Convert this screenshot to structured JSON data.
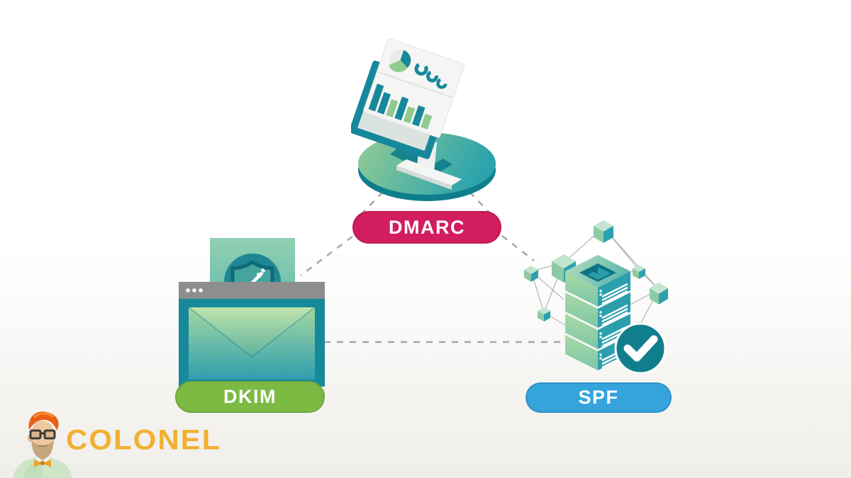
{
  "diagram": {
    "type": "triangle-relationship",
    "topic": "email authentication",
    "nodes": [
      {
        "id": "dmarc",
        "label": "DMARC",
        "pill_color": "#D21E5E",
        "illustration": "analytics-monitor-on-platform",
        "position": "top-center"
      },
      {
        "id": "dkim",
        "label": "DKIM",
        "pill_color": "#7CBA44",
        "illustration": "email-window-shield-key",
        "position": "bottom-left"
      },
      {
        "id": "spf",
        "label": "SPF",
        "pill_color": "#36A4DC",
        "illustration": "server-stack-network-check",
        "position": "bottom-right"
      }
    ],
    "edges": [
      {
        "from": "dmarc",
        "to": "dkim",
        "style": "dashed"
      },
      {
        "from": "dmarc",
        "to": "spf",
        "style": "dashed"
      },
      {
        "from": "dkim",
        "to": "spf",
        "style": "dashed"
      }
    ],
    "icons": {
      "dmarc": "bar-and-pie-dashboard-monitor-icon",
      "dkim": "shield-key-icon",
      "spf": "checkmark-icon"
    },
    "connector_color": "#A3A7A5"
  },
  "logo": {
    "text": "COLONEL",
    "text_color": "#F2B033",
    "mascot": "bearded-man-with-glasses"
  },
  "colors": {
    "teal": "#17889B",
    "green": "#8FCA90",
    "crimson": "#D21E5E",
    "lime": "#7CBA44",
    "blue": "#36A4DC",
    "background_bottom": "#F0EEEA"
  }
}
